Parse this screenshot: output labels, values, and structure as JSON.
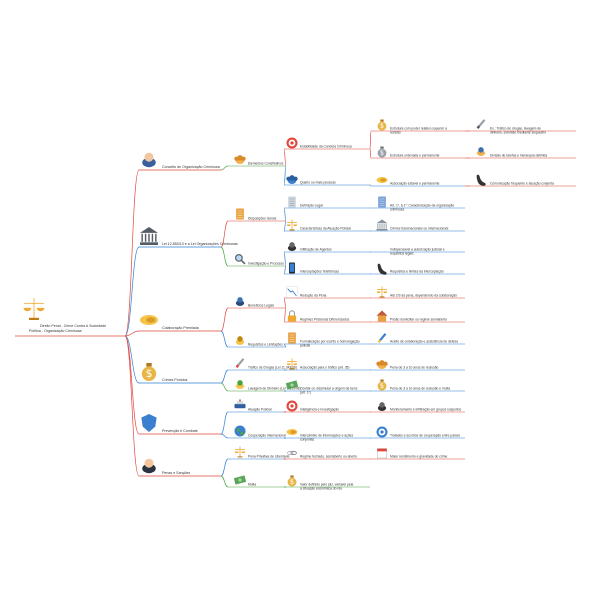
{
  "root": {
    "line1": "Direito Penal - Crime Contra A Sociedade",
    "line2": "Política - Organização Criminosa",
    "icon": "scales-icon"
  },
  "branches": [
    {
      "label": "Conceito de Organização Criminosa",
      "icon": "police-officer-icon",
      "color": "#e0463c",
      "children": [
        {
          "label": "Elementos Constitutivos",
          "icon": "group-icon",
          "color": "#4aa53e",
          "children": [
            {
              "label": "Estabilidade da Conduta Criminosa",
              "icon": "target-icon",
              "color": "#e0463c",
              "children": [
                {
                  "label": "Estrutura com poder relativo superior a revisão",
                  "icon": "money-bag-icon",
                  "color": "#e0463c",
                  "children": [
                    {
                      "label": "Ex.: Tráfico de drogas, lavagem de dinheiro, extorsão mediante sequestro",
                      "icon": "knife-icon"
                    }
                  ]
                },
                {
                  "label": "Estrutura ordenada e permanente",
                  "icon": "dollar-icon",
                  "color": "#e0463c",
                  "children": [
                    {
                      "label": "Divisão de tarefas e hierarquia definida",
                      "icon": "worker-icon"
                    }
                  ]
                }
              ]
            },
            {
              "label": "Quatro ou mais pessoas",
              "icon": "people-icon",
              "color": "#2f7fd3",
              "children": [
                {
                  "label": "Associação estável e permanente",
                  "icon": "handshake-icon",
                  "color": "#2f7fd3",
                  "children": [
                    {
                      "label": "Comunicação frequente e atuação conjunta",
                      "icon": "phone-icon"
                    }
                  ]
                }
              ]
            }
          ]
        }
      ]
    },
    {
      "label": "Lei 12.850/13 e a Lei Organizações Criminosas",
      "icon": "bank-icon",
      "color": "#2f7fd3",
      "children": [
        {
          "label": "Disposições Gerais",
          "icon": "document-icon",
          "color": "#e0463c",
          "children": [
            {
              "label": "Definição Legal",
              "icon": "page-icon",
              "color": "#2f7fd3",
              "children": [
                {
                  "label": "Art. 1º, § 1º: Caracterização da organização criminosa",
                  "icon": "paper-icon"
                }
              ]
            },
            {
              "label": "Características da Atuação Policial",
              "icon": "scales-icon",
              "color": "#2f7fd3",
              "children": [
                {
                  "label": "Crimes transnacionais ou internacionais",
                  "icon": "building-icon"
                }
              ]
            }
          ]
        },
        {
          "label": "Investigação e Processo",
          "icon": "magnifier-icon",
          "color": "#4aa53e",
          "children": [
            {
              "label": "Infiltração de Agentes",
              "icon": "spy-icon",
              "color": "#2f7fd3",
              "children": [
                {
                  "label": "Indispensável a autorização judicial e requisitos legais",
                  "icon": ""
                }
              ]
            },
            {
              "label": "Interceptações Telefônicas",
              "icon": "mobile-icon",
              "color": "#2f7fd3",
              "children": [
                {
                  "label": "Requisitos e limites da interceptação",
                  "icon": "phone-icon"
                }
              ]
            }
          ]
        }
      ]
    },
    {
      "label": "Colaboração Premiada",
      "icon": "handshake-icon",
      "color": "#e0463c",
      "children": [
        {
          "label": "Benefícios Legais",
          "icon": "speaking-head-icon",
          "color": "#e0463c",
          "children": [
            {
              "label": "Redução da Pena",
              "icon": "chart-down-icon",
              "color": "#e0463c",
              "children": [
                {
                  "label": "Até 2/3 da pena, dependendo da colaboração",
                  "icon": "scales-icon"
                }
              ]
            },
            {
              "label": "Regimes Prisionais Diferenciados",
              "icon": "lock-icon",
              "color": "#e0463c",
              "children": [
                {
                  "label": "Prisão domiciliar ou regime semiaberto",
                  "icon": "house-icon"
                }
              ]
            }
          ]
        },
        {
          "label": "Requisitos e Limitações",
          "icon": "thinking-face-icon",
          "color": "#2f7fd3",
          "children": [
            {
              "label": "Formalização por escrito e homologação judicial",
              "icon": "document-icon",
              "color": "#2f7fd3",
              "children": [
                {
                  "label": "Aceite de colaboração e assistência de defesa",
                  "icon": "pen-icon"
                }
              ]
            }
          ]
        }
      ]
    },
    {
      "label": "Crimes Punidos",
      "icon": "money-bag-icon",
      "color": "#2f7fd3",
      "children": [
        {
          "label": "Tráfico de Drogas (Lei 11.343/06)",
          "icon": "syringe-icon",
          "color": "#2f7fd3",
          "children": [
            {
              "label": "Associação para o tráfico (art. 35)",
              "icon": "scales-icon",
              "color": "#2f7fd3",
              "children": [
                {
                  "label": "Pena de 3 a 10 anos de reclusão",
                  "icon": "group-icon"
                }
              ]
            }
          ]
        },
        {
          "label": "Lavagem de Dinheiro (Lei 9.613/98)",
          "icon": "money-face-icon",
          "color": "#4aa53e",
          "children": [
            {
              "label": "Ocultar ou dissimular a origem de bens (art. 1º)",
              "icon": "banknotes-icon",
              "color": "#2f7fd3",
              "children": [
                {
                  "label": "Pena de 3 a 10 anos de reclusão e multa",
                  "icon": "money-bag-icon"
                }
              ]
            }
          ]
        }
      ]
    },
    {
      "label": "Prevenção e Combate",
      "icon": "shield-icon",
      "color": "#e0463c",
      "children": [
        {
          "label": "Atuação Policial",
          "icon": "police-car-icon",
          "color": "#2f7fd3",
          "children": [
            {
              "label": "Inteligência e Investigação",
              "icon": "target-icon",
              "color": "#e0463c",
              "children": [
                {
                  "label": "Monitoramento e infiltração em grupos suspeitos",
                  "icon": "spy-icon"
                }
              ]
            }
          ]
        },
        {
          "label": "Cooperação Internacional",
          "icon": "globe-icon",
          "color": "#2f7fd3",
          "children": [
            {
              "label": "Intercâmbio de informações e ações conjuntas",
              "icon": "handshake-icon",
              "color": "#2f7fd3",
              "children": [
                {
                  "label": "Tratados e acordos de cooperação entre países",
                  "icon": "globe-grid-icon"
                }
              ]
            }
          ]
        }
      ]
    },
    {
      "label": "Penas e Sanções",
      "icon": "judge-icon",
      "color": "#e0463c",
      "children": [
        {
          "label": "Pena Privativa de Liberdade",
          "icon": "scales-icon",
          "color": "#2f7fd3",
          "children": [
            {
              "label": "Regime fechado, semiaberto ou aberto",
              "icon": "chain-icon",
              "color": "#e0463c",
              "children": [
                {
                  "label": "Maior rendimento e gravidade do crime",
                  "icon": "calendar-icon"
                }
              ]
            }
          ]
        },
        {
          "label": "Multa",
          "icon": "banknotes-icon",
          "color": "#4aa53e",
          "children": [
            {
              "label": "Valor definido pelo juiz, variável pela a situação econômica do réu",
              "icon": "money-bag-icon",
              "color": "#4aa53e",
              "children": []
            }
          ]
        }
      ]
    }
  ]
}
